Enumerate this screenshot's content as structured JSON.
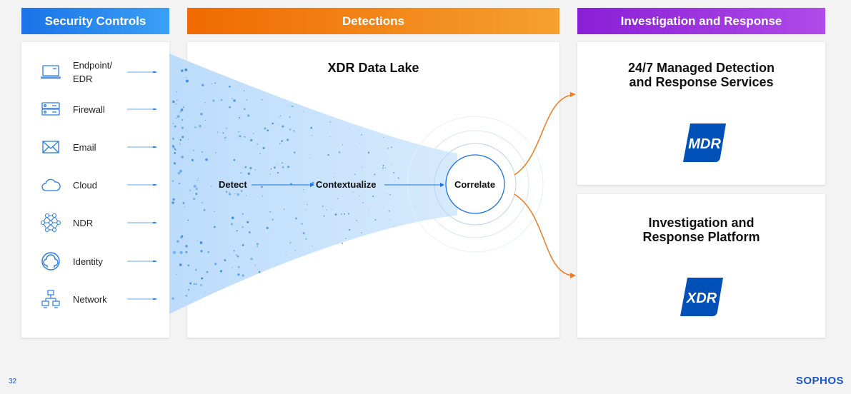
{
  "headers": {
    "security": "Security Controls",
    "detections": "Detections",
    "response": "Investigation and Response"
  },
  "sources": [
    {
      "label": "Endpoint/\nEDR",
      "icon": "laptop-icon"
    },
    {
      "label": "Firewall",
      "icon": "firewall-icon"
    },
    {
      "label": "Email",
      "icon": "email-icon"
    },
    {
      "label": "Cloud",
      "icon": "cloud-icon"
    },
    {
      "label": "NDR",
      "icon": "network-mesh-icon"
    },
    {
      "label": "Identity",
      "icon": "identity-icon"
    },
    {
      "label": "Network",
      "icon": "network-icon"
    }
  ],
  "detections": {
    "title": "XDR Data Lake",
    "steps": [
      "Detect",
      "Contextualize",
      "Correlate"
    ]
  },
  "response": {
    "mdr_title": "24/7 Managed Detection and Response Services",
    "mdr_logo": "MDR",
    "xdr_title": "Investigation and Response Platform",
    "xdr_logo": "XDR"
  },
  "footer": {
    "page": "32",
    "brand": "SOPHOS"
  },
  "colors": {
    "blue": "#1a73e8",
    "orange": "#f07a20",
    "purple": "#9b30e0",
    "logo": "#0050b8"
  }
}
